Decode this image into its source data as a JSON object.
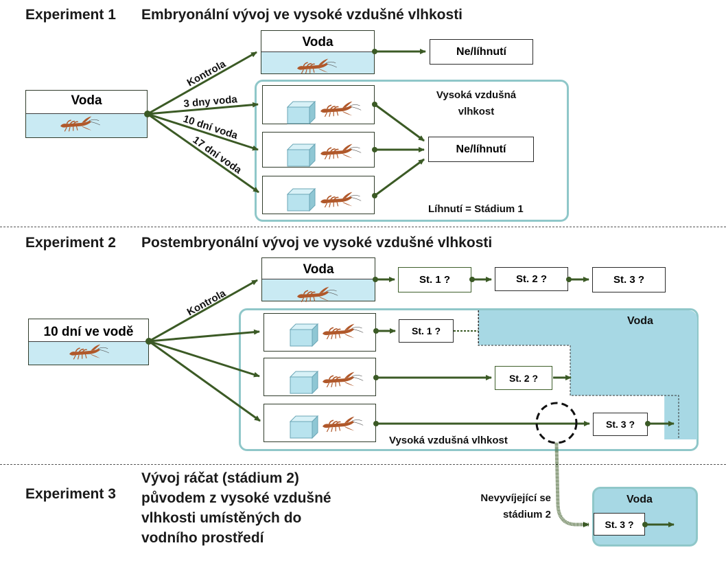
{
  "experiment1": {
    "label": "Experiment 1",
    "title": "Embryonální vývoj ve vysoké vzdušné vlhkosti",
    "source": "Voda",
    "control_tank": "Voda",
    "branch_labels": [
      "Kontrola",
      "3 dny voda",
      "10 dní voda",
      "17 dní voda"
    ],
    "control_result": "Ne/líhnutí",
    "humid_result": "Ne/líhnutí",
    "panel_title": "Vysoká vzdušná vlhkost",
    "panel_note": "Líhnutí = Stádium 1"
  },
  "experiment2": {
    "label": "Experiment 2",
    "title": "Postembryonální vývoj ve vysoké vzdušné vlhkosti",
    "source": "10 dní ve vodě",
    "control_tank": "Voda",
    "control_label": "Kontrola",
    "control_stages": [
      "St. 1 ?",
      "St. 2 ?",
      "St. 3 ?"
    ],
    "humid_stages": [
      "St. 1 ?",
      "St. 2 ?",
      "St. 3 ?"
    ],
    "water_zone": "Voda",
    "panel_note": "Vysoká vzdušná vlhkost"
  },
  "experiment3": {
    "label": "Experiment 3",
    "title_lines": [
      "Vývoj ráčat (stádium 2)",
      "původem z vysoké vzdušné",
      "vlhkosti umístěných do",
      "vodního prostředí"
    ],
    "side_note": [
      "Nevyvíjející se",
      "stádium 2"
    ],
    "water_box": "Voda",
    "stage": "St. 3 ?"
  },
  "colors": {
    "arrow": "#3b5a25",
    "panel_border": "#8fc7c9",
    "water_fill": "#c9eaf3",
    "water_zone": "#a7d8e4",
    "crayfish": "#b0582a"
  },
  "icons": [
    "crayfish-icon",
    "ice-cube-icon"
  ]
}
